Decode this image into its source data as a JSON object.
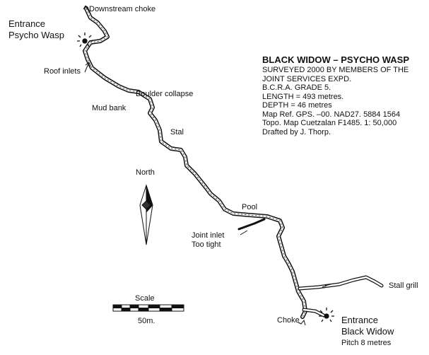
{
  "map": {
    "title": "BLACK WIDOW – PSYCHO WASP",
    "info_lines": [
      "SURVEYED 2000 BY MEMBERS OF THE",
      "JOINT SERVICES EXPD.",
      "B.C.R.A. GRADE 5.",
      "LENGTH  = 493 metres.",
      "DEPTH = 46 metres",
      "Map Ref. GPS. –00. NAD27. 5884 1564",
      "Topo. Map Cuetzalan F1485. 1: 50,000",
      "Drafted by J. Thorp."
    ],
    "labels": {
      "downstream_choke": "Downstream choke",
      "entrance_top_1": "Entrance",
      "entrance_top_2": "Psycho Wasp",
      "roof_inlets": "Roof inlets",
      "boulder_collapse": "Boulder collapse",
      "mud_bank": "Mud bank",
      "stal": "Stal",
      "pool": "Pool",
      "joint_inlet_1": "Joint inlet",
      "joint_inlet_2": "Too tight",
      "stall_grill": "Stall grill",
      "choke": "Choke",
      "entrance_bottom_1": "Entrance",
      "entrance_bottom_2": "Black Widow",
      "pitch": "Pitch 8 metres"
    },
    "north_label": "North",
    "scale_label": "Scale",
    "scale_value": "50m."
  }
}
